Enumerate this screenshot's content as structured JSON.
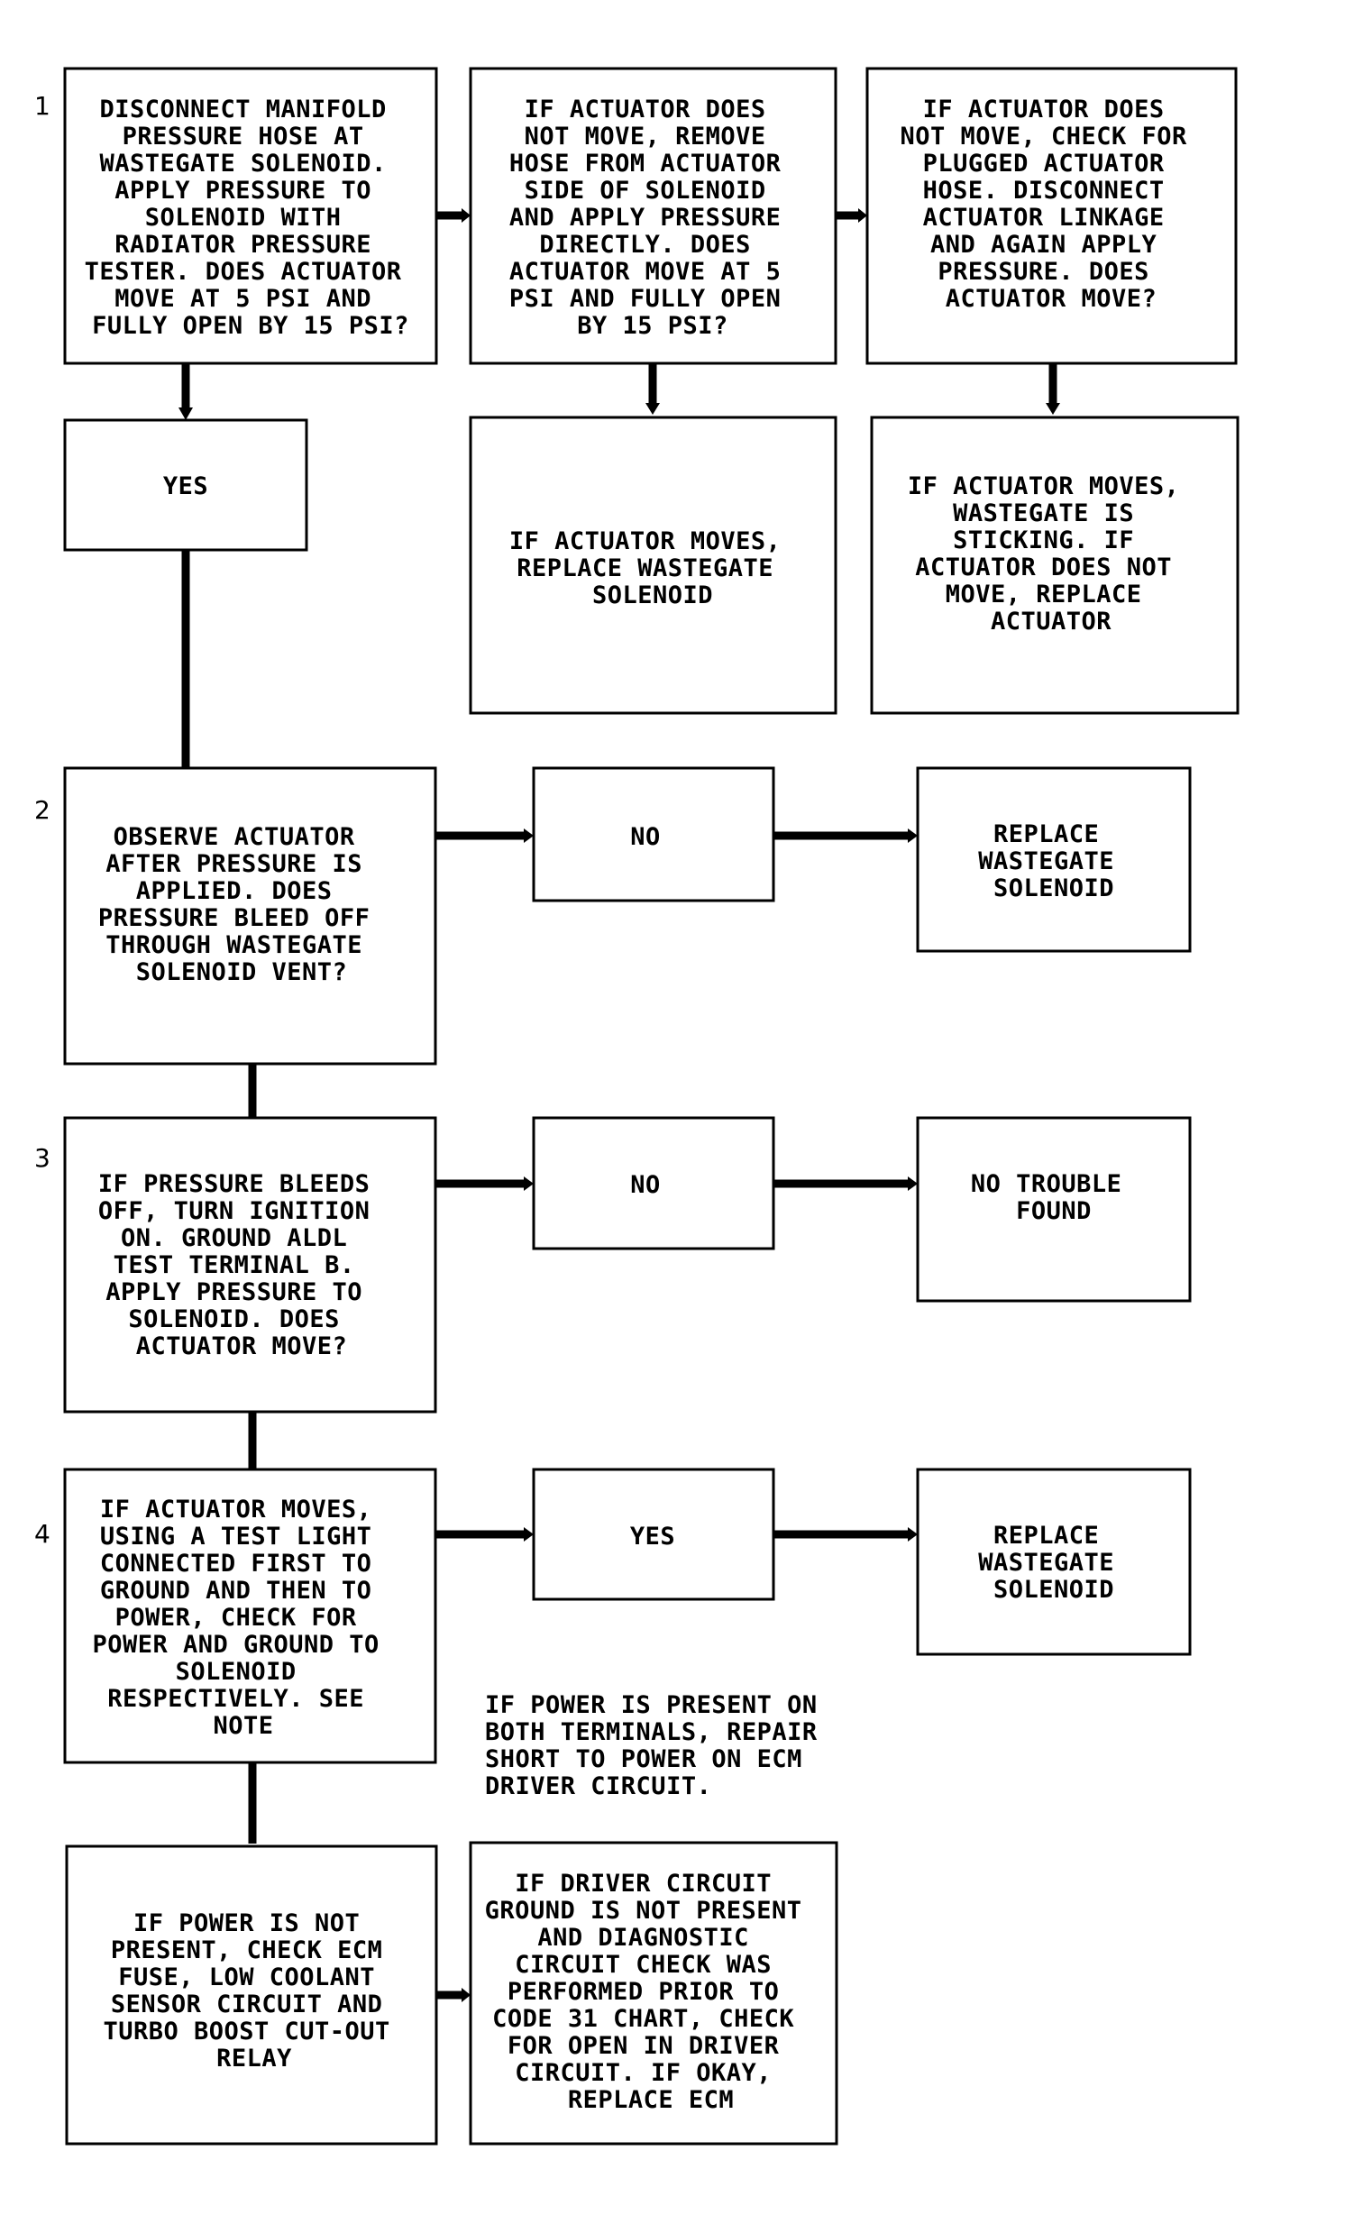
{
  "steps": [
    "1",
    "2",
    "3",
    "4"
  ],
  "boxes": {
    "s1_main": [
      "DISCONNECT MANIFOLD",
      "PRESSURE HOSE AT",
      "WASTEGATE SOLENOID.",
      "APPLY PRESSURE TO",
      "SOLENOID WITH",
      "RADIATOR PRESSURE",
      "TESTER. DOES ACTUATOR",
      "MOVE AT 5 PSI AND",
      "FULLY OPEN BY 15 PSI?"
    ],
    "s1_mid": [
      "IF ACTUATOR DOES",
      "NOT MOVE, REMOVE",
      "HOSE FROM ACTUATOR",
      "SIDE OF SOLENOID",
      "AND APPLY PRESSURE",
      "DIRECTLY. DOES",
      "ACTUATOR MOVE AT 5",
      "PSI AND FULLY OPEN",
      "BY 15 PSI?"
    ],
    "s1_right": [
      "IF ACTUATOR DOES",
      "NOT MOVE, CHECK FOR",
      "PLUGGED ACTUATOR",
      "HOSE. DISCONNECT",
      "ACTUATOR LINKAGE",
      "AND AGAIN APPLY",
      "PRESSURE. DOES",
      "ACTUATOR MOVE?"
    ],
    "s1_yes": [
      "YES"
    ],
    "s1_mid_result": [
      "IF ACTUATOR MOVES,",
      "REPLACE WASTEGATE",
      "SOLENOID"
    ],
    "s1_right_result": [
      "IF ACTUATOR MOVES,",
      "WASTEGATE IS",
      "STICKING. IF",
      "ACTUATOR DOES NOT",
      "MOVE, REPLACE",
      "ACTUATOR"
    ],
    "s2_main": [
      "OBSERVE ACTUATOR",
      "AFTER PRESSURE IS",
      "APPLIED. DOES",
      "PRESSURE BLEED OFF",
      "THROUGH WASTEGATE",
      "SOLENOID VENT?"
    ],
    "s2_no": [
      "NO"
    ],
    "s2_result": [
      "REPLACE",
      "WASTEGATE",
      "SOLENOID"
    ],
    "s3_main": [
      "IF PRESSURE BLEEDS",
      "OFF, TURN IGNITION",
      "ON. GROUND ALDL",
      "TEST TERMINAL B.",
      "APPLY PRESSURE TO",
      "SOLENOID. DOES",
      "ACTUATOR MOVE?"
    ],
    "s3_no": [
      "NO"
    ],
    "s3_result": [
      "NO TROUBLE",
      "FOUND"
    ],
    "s4_main": [
      "IF ACTUATOR MOVES,",
      "USING A TEST LIGHT",
      "CONNECTED FIRST TO",
      "GROUND AND THEN TO",
      "POWER, CHECK FOR",
      "POWER AND GROUND TO",
      "SOLENOID",
      "RESPECTIVELY. SEE",
      "NOTE"
    ],
    "s4_yes": [
      "YES"
    ],
    "s4_result": [
      "REPLACE",
      "WASTEGATE",
      "SOLENOID"
    ],
    "s4_note": [
      "IF POWER IS PRESENT ON",
      "BOTH TERMINALS, REPAIR",
      "SHORT TO POWER ON ECM",
      "DRIVER CIRCUIT."
    ],
    "s5_main": [
      "IF POWER IS NOT",
      "PRESENT, CHECK ECM",
      "FUSE, LOW COOLANT",
      "SENSOR CIRCUIT AND",
      "TURBO BOOST CUT-OUT",
      "RELAY"
    ],
    "s5_right": [
      "IF DRIVER CIRCUIT",
      "GROUND IS NOT PRESENT",
      "AND DIAGNOSTIC",
      "CIRCUIT CHECK WAS",
      "PERFORMED PRIOR TO",
      "CODE 31 CHART, CHECK",
      "FOR OPEN IN DRIVER",
      "CIRCUIT. IF OKAY,",
      "REPLACE ECM"
    ]
  }
}
